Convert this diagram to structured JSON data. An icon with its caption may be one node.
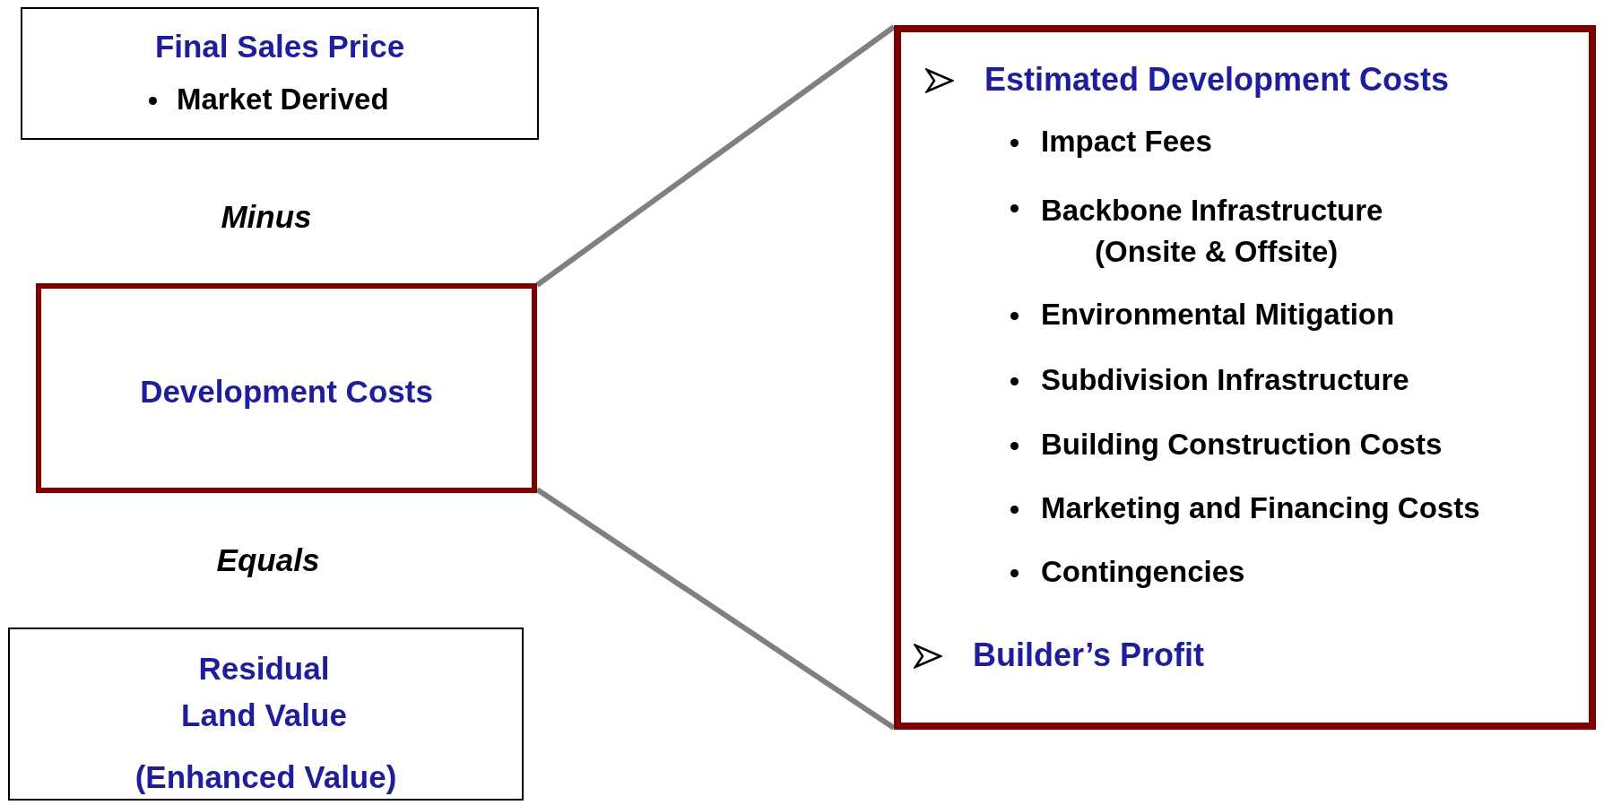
{
  "diagram": {
    "nodes": [
      {
        "text": [
          "Final Sales Price",
          "Market Derived"
        ]
      },
      {
        "text": [
          "Development Costs"
        ]
      },
      {
        "text": [
          "Estimated Development Costs",
          "Impact Fees",
          "Backbone Infrastructure (Onsite & Offsite)",
          "Environmental Mitigation",
          "Subdivision Infrastructure",
          "Building Construction Costs",
          "Marketing and Financing Costs",
          "Contingencies",
          "Builder’s Profit"
        ]
      },
      {
        "text": [
          "Residual Land Value",
          "(Enhanced Value)"
        ]
      }
    ],
    "edges": [
      {
        "from": 1,
        "to": 2,
        "arrow": "none"
      },
      {
        "from": 1,
        "to": 2,
        "arrow": "none"
      }
    ],
    "labels": [
      "Minus",
      "Equals"
    ]
  }
}
